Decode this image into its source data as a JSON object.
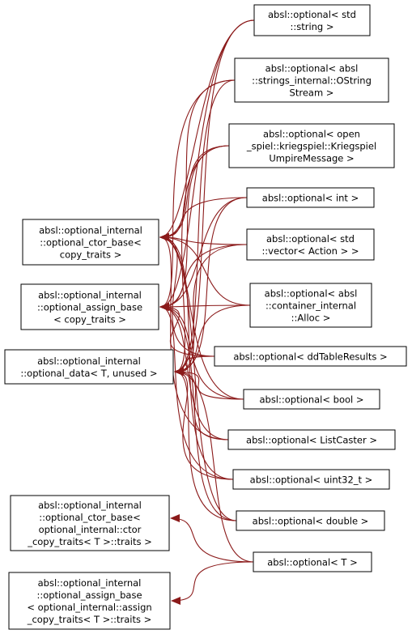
{
  "nodes": [
    {
      "id": "n_string",
      "lines": [
        "absl::optional< std",
        "::string >"
      ]
    },
    {
      "id": "n_ostring",
      "lines": [
        "absl::optional< absl",
        "::strings_internal::OString",
        "Stream >"
      ]
    },
    {
      "id": "n_kriegspiel",
      "lines": [
        "absl::optional< open",
        "_spiel::kriegspiel::Kriegspiel",
        "UmpireMessage >"
      ]
    },
    {
      "id": "n_int",
      "lines": [
        "absl::optional< int >"
      ]
    },
    {
      "id": "n_vector",
      "lines": [
        "absl::optional< std",
        "::vector< Action > >"
      ]
    },
    {
      "id": "n_alloc",
      "lines": [
        "absl::optional< absl",
        "::container_internal",
        "::Alloc >"
      ]
    },
    {
      "id": "n_ddtable",
      "lines": [
        "absl::optional< ddTableResults >"
      ]
    },
    {
      "id": "n_bool",
      "lines": [
        "absl::optional< bool >"
      ]
    },
    {
      "id": "n_listcaster",
      "lines": [
        "absl::optional< ListCaster >"
      ]
    },
    {
      "id": "n_uint32",
      "lines": [
        "absl::optional< uint32_t >"
      ]
    },
    {
      "id": "n_double",
      "lines": [
        "absl::optional< double >"
      ]
    },
    {
      "id": "n_T",
      "lines": [
        "absl::optional< T >"
      ]
    },
    {
      "id": "b_ctor",
      "lines": [
        "absl::optional_internal",
        "::optional_ctor_base<",
        "copy_traits >"
      ]
    },
    {
      "id": "b_assign",
      "lines": [
        "absl::optional_internal",
        "::optional_assign_base",
        "< copy_traits >"
      ]
    },
    {
      "id": "b_data",
      "lines": [
        "absl::optional_internal",
        "::optional_data< T, unused >"
      ]
    },
    {
      "id": "b_ctor_T",
      "lines": [
        "absl::optional_internal",
        "::optional_ctor_base<",
        " optional_internal::ctor",
        "_copy_traits< T >::traits >"
      ]
    },
    {
      "id": "b_assign_T",
      "lines": [
        "absl::optional_internal",
        "::optional_assign_base",
        "< optional_internal::assign",
        "_copy_traits< T >::traits >"
      ]
    }
  ],
  "edges": [
    {
      "from": "n_string",
      "to": "b_ctor"
    },
    {
      "from": "n_string",
      "to": "b_assign"
    },
    {
      "from": "n_string",
      "to": "b_data"
    },
    {
      "from": "n_ostring",
      "to": "b_ctor"
    },
    {
      "from": "n_ostring",
      "to": "b_assign"
    },
    {
      "from": "n_ostring",
      "to": "b_data"
    },
    {
      "from": "n_kriegspiel",
      "to": "b_ctor"
    },
    {
      "from": "n_kriegspiel",
      "to": "b_assign"
    },
    {
      "from": "n_kriegspiel",
      "to": "b_data"
    },
    {
      "from": "n_int",
      "to": "b_ctor"
    },
    {
      "from": "n_int",
      "to": "b_assign"
    },
    {
      "from": "n_int",
      "to": "b_data"
    },
    {
      "from": "n_vector",
      "to": "b_ctor"
    },
    {
      "from": "n_vector",
      "to": "b_assign"
    },
    {
      "from": "n_vector",
      "to": "b_data"
    },
    {
      "from": "n_alloc",
      "to": "b_ctor"
    },
    {
      "from": "n_alloc",
      "to": "b_assign"
    },
    {
      "from": "n_alloc",
      "to": "b_data"
    },
    {
      "from": "n_ddtable",
      "to": "b_ctor"
    },
    {
      "from": "n_ddtable",
      "to": "b_assign"
    },
    {
      "from": "n_ddtable",
      "to": "b_data"
    },
    {
      "from": "n_bool",
      "to": "b_ctor"
    },
    {
      "from": "n_bool",
      "to": "b_assign"
    },
    {
      "from": "n_bool",
      "to": "b_data"
    },
    {
      "from": "n_listcaster",
      "to": "b_ctor"
    },
    {
      "from": "n_listcaster",
      "to": "b_assign"
    },
    {
      "from": "n_listcaster",
      "to": "b_data"
    },
    {
      "from": "n_uint32",
      "to": "b_ctor"
    },
    {
      "from": "n_uint32",
      "to": "b_assign"
    },
    {
      "from": "n_uint32",
      "to": "b_data"
    },
    {
      "from": "n_double",
      "to": "b_ctor"
    },
    {
      "from": "n_double",
      "to": "b_assign"
    },
    {
      "from": "n_double",
      "to": "b_data"
    },
    {
      "from": "n_T",
      "to": "b_ctor_T"
    },
    {
      "from": "n_T",
      "to": "b_assign_T"
    },
    {
      "from": "n_T",
      "to": "b_data"
    }
  ]
}
